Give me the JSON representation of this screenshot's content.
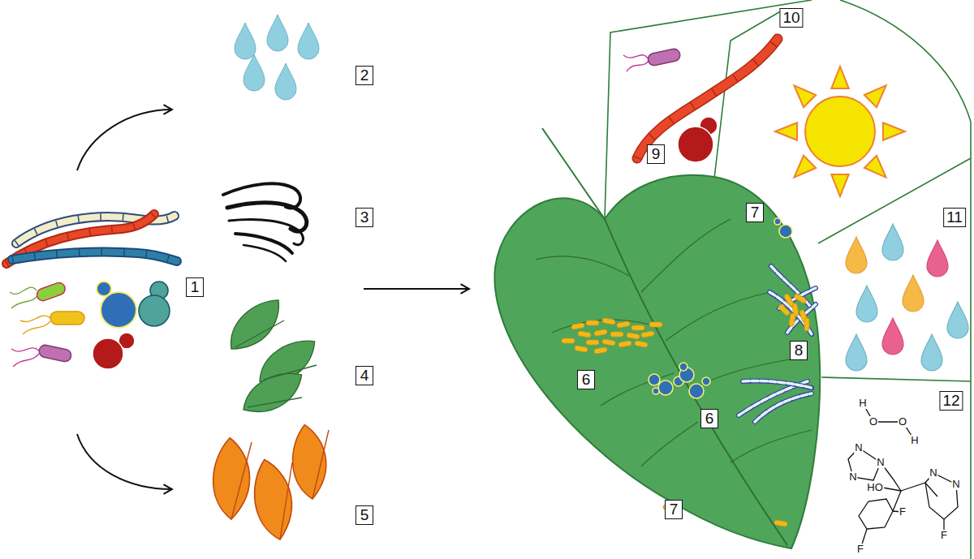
{
  "diagram": {
    "labels": [
      "1",
      "2",
      "3",
      "4",
      "5",
      "9",
      "10",
      "7",
      "11",
      "6",
      "8",
      "6",
      "12",
      "7",
      "H",
      "O",
      "O",
      "H",
      "N",
      "N",
      "N",
      "HO",
      "N",
      "N",
      "F",
      "F",
      "F"
    ]
  }
}
